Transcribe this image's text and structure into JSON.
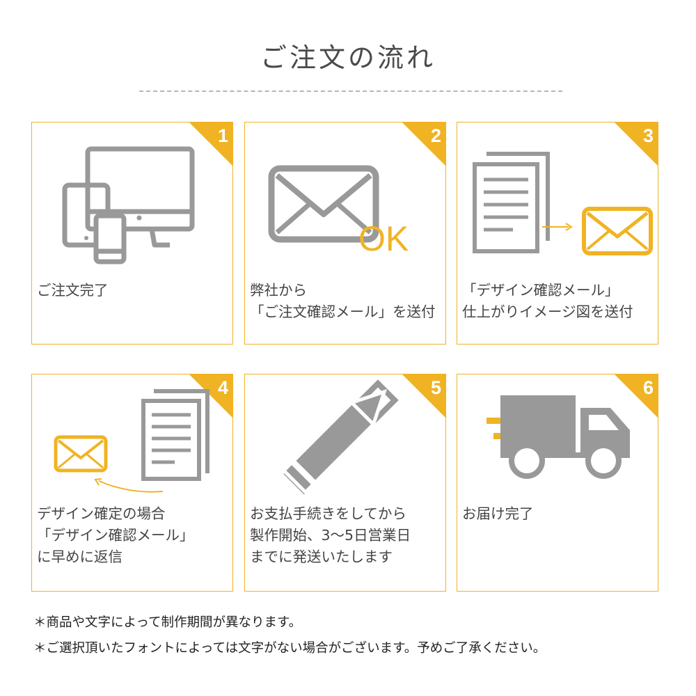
{
  "page": {
    "title": "ご注文の流れ",
    "accent_color": "#f0b323",
    "icon_gray": "#999999"
  },
  "steps": [
    {
      "number": "1",
      "icon": "devices-icon",
      "lines": [
        "ご注文完了"
      ]
    },
    {
      "number": "2",
      "icon": "mail-ok-icon",
      "ok_label": "OK",
      "lines": [
        "弊社から",
        "「ご注文確認メール」を送付"
      ]
    },
    {
      "number": "3",
      "icon": "documents-to-mail-icon",
      "lines": [
        "「デザイン確認メール」",
        "仕上がりイメージ図を送付"
      ]
    },
    {
      "number": "4",
      "icon": "documents-reply-mail-icon",
      "lines": [
        "デザイン確定の場合",
        "「デザイン確認メール」",
        "に早めに返信"
      ]
    },
    {
      "number": "5",
      "icon": "pencil-ruler-icon",
      "lines": [
        "お支払手続きをしてから",
        "製作開始、3〜5日営業日",
        "までに発送いたします"
      ]
    },
    {
      "number": "6",
      "icon": "delivery-truck-icon",
      "lines": [
        "お届け完了"
      ]
    }
  ],
  "notes": [
    "＊商品や文字によって制作期間が異なります。",
    "＊ご選択頂いたフォントによっては文字がない場合がございます。予めご了承ください。"
  ]
}
